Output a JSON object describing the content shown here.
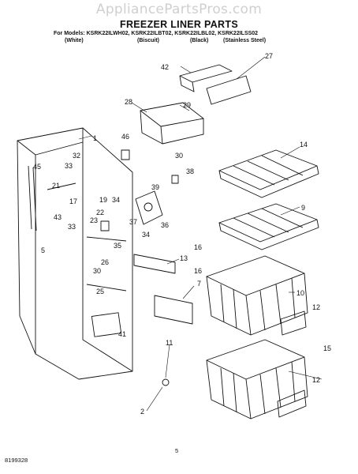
{
  "watermark": "AppliancePartsPros.com",
  "title": "FREEZER LINER PARTS",
  "models_line": "For Models: KSRK22ILWH02, KSRK22ILBT02, KSRK22ILBL02, KSRK22ILSS02",
  "colors": {
    "white": "(White)",
    "biscuit": "(Biscuit)",
    "black": "(Black)",
    "stainless": "(Stainless Steel)"
  },
  "callouts": [
    "1",
    "2",
    "5",
    "7",
    "9",
    "10",
    "11",
    "12",
    "12",
    "13",
    "14",
    "15",
    "16",
    "16",
    "17",
    "19",
    "21",
    "22",
    "23",
    "25",
    "26",
    "27",
    "28",
    "29",
    "30",
    "30",
    "32",
    "33",
    "33",
    "34",
    "34",
    "35",
    "36",
    "37",
    "38",
    "39",
    "41",
    "42",
    "43",
    "45",
    "46"
  ],
  "footer": {
    "doc_number": "8199328",
    "page": "5"
  }
}
